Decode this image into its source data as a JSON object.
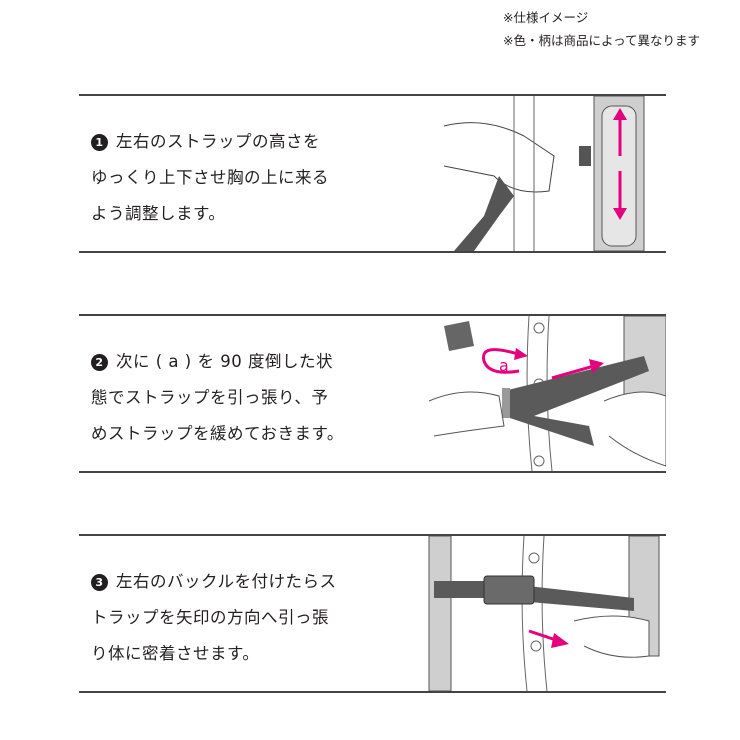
{
  "notes": [
    "※仕様イメージ",
    "※色・柄は商品によって異なります"
  ],
  "steps": [
    {
      "number": "1",
      "lines": [
        "左右のストラップの高さを",
        "ゆっくり上下させ胸の上に来る",
        "よう調整します。"
      ]
    },
    {
      "number": "2",
      "lines": [
        "次に ( a ) を 90 度倒した状",
        "態でストラップを引っ張り、予",
        "めストラップを緩めておきます。"
      ],
      "illustration_label": "a"
    },
    {
      "number": "3",
      "lines": [
        "左右のバックルを付けたらス",
        "トラップを矢印の方向へ引っ張",
        "り体に密着させます。"
      ]
    }
  ],
  "colors": {
    "accent": "#e4007f",
    "strap": "#5a5a5a",
    "rule": "#444444"
  }
}
